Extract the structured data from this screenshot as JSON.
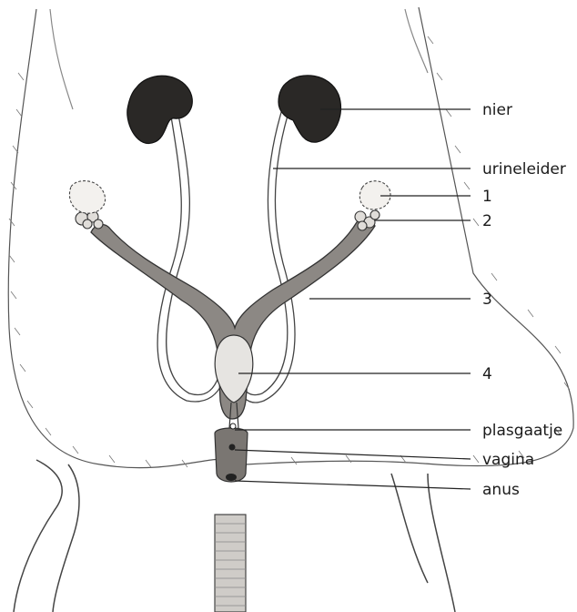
{
  "labels": {
    "nier": "nier",
    "urineleider": "urineleider",
    "l1": "1",
    "l2": "2",
    "l3": "3",
    "l4": "4",
    "plasgaatje": "plasgaatje",
    "vagina": "vagina",
    "anus": "anus"
  },
  "colors": {
    "kidney": "#2a2826",
    "uterus": "#8c8884",
    "bladder": "#e6e4e1",
    "ovary": "#f3f1ee",
    "fur_outline": "#555555",
    "leader": "#222222"
  }
}
